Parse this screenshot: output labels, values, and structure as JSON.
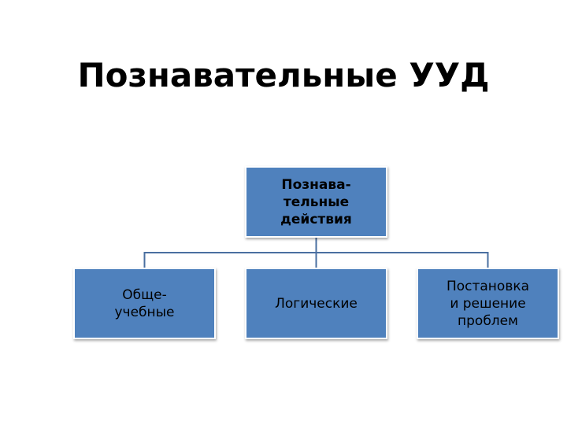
{
  "slide": {
    "title": "Познавательные УУД"
  },
  "diagram": {
    "root": "Познава-\nтельные\nдействия",
    "children": [
      "Обще-\nучебные",
      "Логические",
      "Постановка\nи решение\nпроблем"
    ],
    "colors": {
      "box_fill": "#4f81bd",
      "connector": "#4a6fa0"
    }
  }
}
